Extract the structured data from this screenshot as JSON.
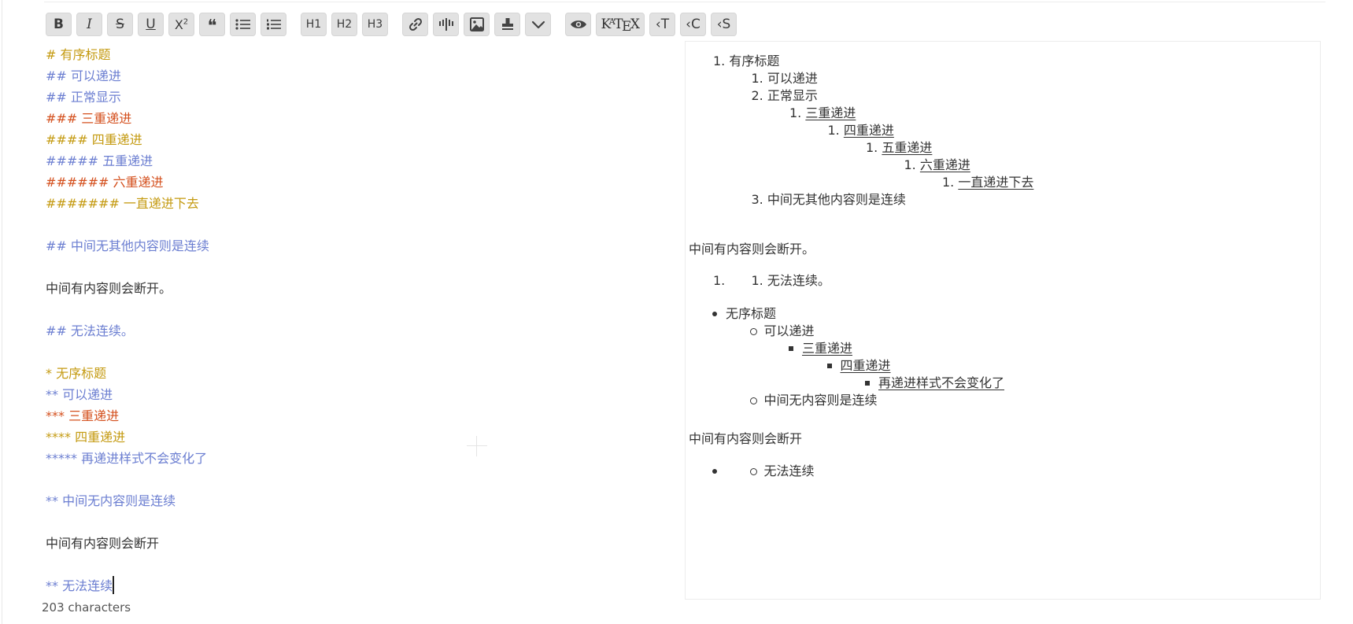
{
  "toolbar": {
    "buttons": [
      {
        "id": "bold",
        "label": "B"
      },
      {
        "id": "italic",
        "label": "I"
      },
      {
        "id": "strikethrough",
        "label": "S"
      },
      {
        "id": "underline",
        "label": "U"
      },
      {
        "id": "superscript",
        "label": "X",
        "sup": "2"
      },
      {
        "id": "quote",
        "label": "❝"
      },
      {
        "id": "bullet-list"
      },
      {
        "id": "ordered-list"
      },
      {
        "id": "h1",
        "label": "H1"
      },
      {
        "id": "h2",
        "label": "H2"
      },
      {
        "id": "h3",
        "label": "H3"
      },
      {
        "id": "link"
      },
      {
        "id": "code-block"
      },
      {
        "id": "image"
      },
      {
        "id": "stamp"
      },
      {
        "id": "more"
      },
      {
        "id": "preview"
      },
      {
        "id": "katex",
        "label_parts": [
          "K",
          "A",
          "T",
          "E",
          "X"
        ]
      },
      {
        "id": "t-tag",
        "label": "‹T"
      },
      {
        "id": "c-tag",
        "label": "‹C"
      },
      {
        "id": "s-tag",
        "label": "‹S"
      }
    ]
  },
  "editor": {
    "lines": [
      {
        "text": "# 有序标题",
        "style": "h1"
      },
      {
        "text": "## 可以递进",
        "style": "h2"
      },
      {
        "text": "## 正常显示",
        "style": "h2"
      },
      {
        "text": "### 三重递进",
        "style": "h3"
      },
      {
        "text": "#### 四重递进",
        "style": "h1"
      },
      {
        "text": "##### 五重递进",
        "style": "h2"
      },
      {
        "text": "###### 六重递进",
        "style": "h3"
      },
      {
        "text": "####### 一直递进下去",
        "style": "h1"
      },
      {
        "text": "",
        "style": "blank"
      },
      {
        "text": "## 中间无其他内容则是连续",
        "style": "h2"
      },
      {
        "text": "",
        "style": "blank"
      },
      {
        "text": "中间有内容则会断开。",
        "style": "txt"
      },
      {
        "text": "",
        "style": "blank"
      },
      {
        "text": "## 无法连续。",
        "style": "h2"
      },
      {
        "text": "",
        "style": "blank"
      },
      {
        "text": "* 无序标题",
        "style": "h1"
      },
      {
        "text": "** 可以递进",
        "style": "h2"
      },
      {
        "text": "*** 三重递进",
        "style": "h3"
      },
      {
        "text": "**** 四重递进",
        "style": "h1"
      },
      {
        "text": "***** 再递进样式不会变化了",
        "style": "h2"
      },
      {
        "text": "",
        "style": "blank"
      },
      {
        "text": "** 中间无内容则是连续",
        "style": "h2"
      },
      {
        "text": "",
        "style": "blank"
      },
      {
        "text": "中间有内容则会断开",
        "style": "txt"
      },
      {
        "text": "",
        "style": "blank"
      },
      {
        "text": "** 无法连续",
        "style": "h2"
      }
    ]
  },
  "status": {
    "count": "203",
    "unit": "characters"
  },
  "preview": {
    "ordered": [
      {
        "num": "1.",
        "text": "有序标题",
        "underline": false
      },
      {
        "num": "1.",
        "text": "可以递进",
        "underline": false
      },
      {
        "num": "2.",
        "text": "正常显示",
        "underline": false
      },
      {
        "num": "1.",
        "text": "三重递进",
        "underline": true
      },
      {
        "num": "1.",
        "text": "四重递进",
        "underline": true
      },
      {
        "num": "1.",
        "text": "五重递进",
        "underline": true
      },
      {
        "num": "1.",
        "text": "六重递进",
        "underline": true
      },
      {
        "num": "1.",
        "text": "一直递进下去",
        "underline": true
      },
      {
        "num": "3.",
        "text": "中间无其他内容则是连续",
        "underline": false
      }
    ],
    "para1": "中间有内容则会断开。",
    "broken_ordered": {
      "outer": "1.",
      "inner": "1.",
      "text": "无法连续。"
    },
    "unordered": [
      {
        "bullet": "disc",
        "text": "无序标题",
        "underline": false
      },
      {
        "bullet": "circle",
        "text": "可以递进",
        "underline": false
      },
      {
        "bullet": "square",
        "text": "三重递进",
        "underline": true
      },
      {
        "bullet": "square",
        "text": "四重递进",
        "underline": true
      },
      {
        "bullet": "square",
        "text": "再递进样式不会变化了",
        "underline": true
      },
      {
        "bullet": "circle",
        "text": "中间无内容则是连续",
        "underline": false
      }
    ],
    "para2": "中间有内容则会断开",
    "broken_unordered": {
      "text": "无法连续"
    }
  },
  "colors": {
    "heading_gold": "#c49a10",
    "heading_blue": "#6b7ed1",
    "heading_orange": "#d4501e"
  }
}
